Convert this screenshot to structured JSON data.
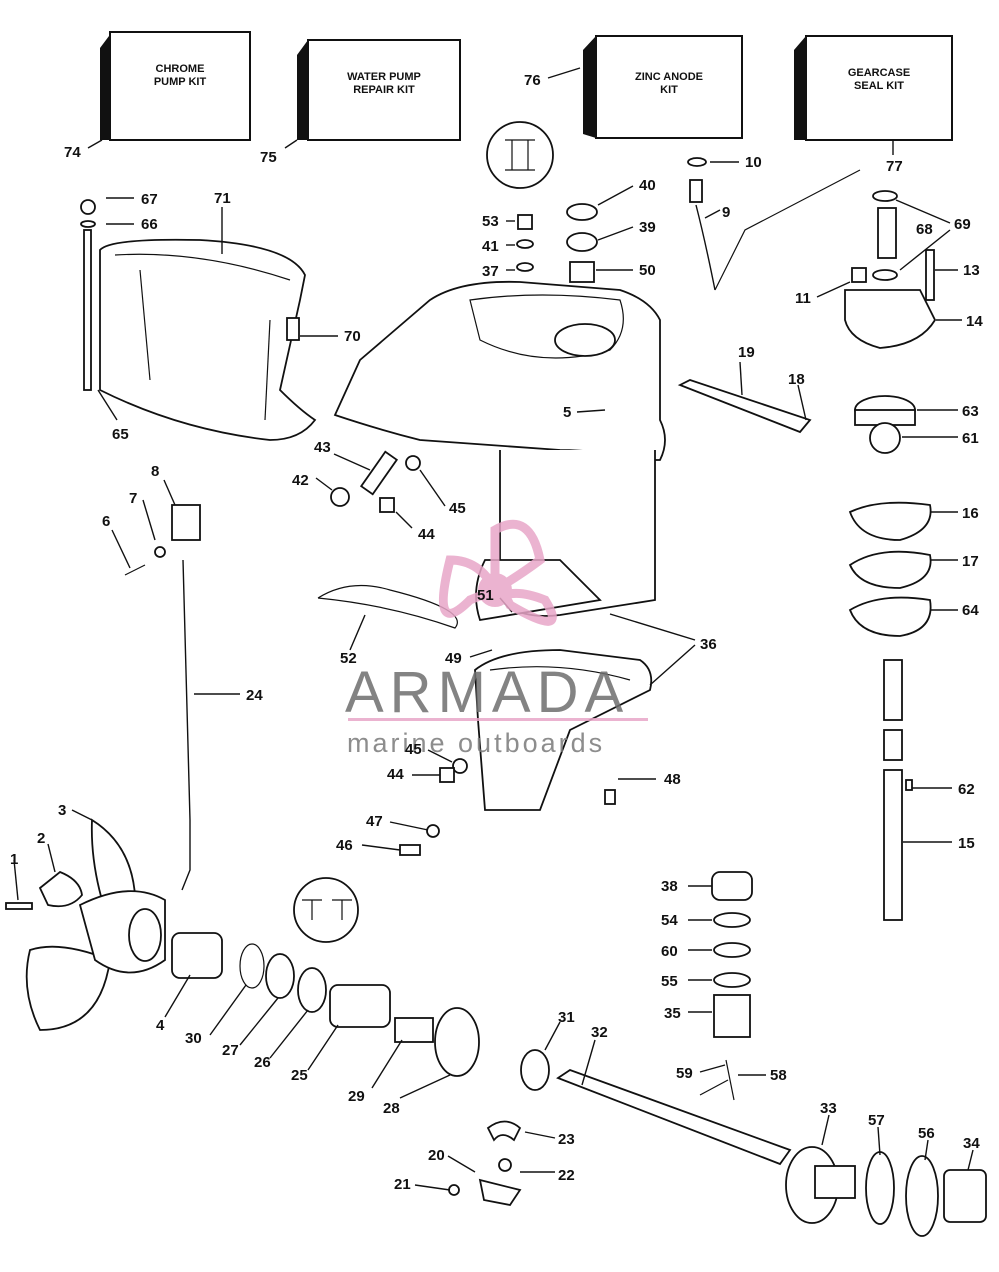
{
  "kits": {
    "chrome_pump": [
      "CHROME",
      "PUMP KIT"
    ],
    "water_pump": [
      "WATER PUMP",
      "REPAIR KIT"
    ],
    "zinc_anode": [
      "ZINC ANODE",
      "KIT"
    ],
    "gearcase_seal": [
      "GEARCASE",
      "SEAL KIT"
    ]
  },
  "callouts": {
    "c74": "74",
    "c75": "75",
    "c76": "76",
    "c77": "77",
    "c67": "67",
    "c66": "66",
    "c71": "71",
    "c70": "70",
    "c65": "65",
    "c53": "53",
    "c41": "41",
    "c37": "37",
    "c40": "40",
    "c39": "39",
    "c50": "50",
    "c10": "10",
    "c9": "9",
    "c11": "11",
    "c68": "68",
    "c69": "69",
    "c13": "13",
    "c14": "14",
    "c19": "19",
    "c18": "18",
    "c5": "5",
    "c63": "63",
    "c61": "61",
    "c16": "16",
    "c17": "17",
    "c64": "64",
    "c43": "43",
    "c42": "42",
    "c45a": "45",
    "c44a": "44",
    "c8": "8",
    "c7": "7",
    "c6": "6",
    "c51": "51",
    "c52": "52",
    "c49": "49",
    "c36": "36",
    "c24": "24",
    "c45b": "45",
    "c44b": "44",
    "c48": "48",
    "c62": "62",
    "c47": "47",
    "c46": "46",
    "c15": "15",
    "c3": "3",
    "c2": "2",
    "c1": "1",
    "c38": "38",
    "c54": "54",
    "c60": "60",
    "c55": "55",
    "c35": "35",
    "c4": "4",
    "c30": "30",
    "c27": "27",
    "c26": "26",
    "c25": "25",
    "c29": "29",
    "c28": "28",
    "c31": "31",
    "c32": "32",
    "c59": "59",
    "c58": "58",
    "c23": "23",
    "c20": "20",
    "c22": "22",
    "c21": "21",
    "c33": "33",
    "c57": "57",
    "c56": "56",
    "c34": "34"
  },
  "watermark": {
    "brand": "ARMADA",
    "tagline": "marine outboards",
    "accent_color": "#e8a6c8"
  }
}
